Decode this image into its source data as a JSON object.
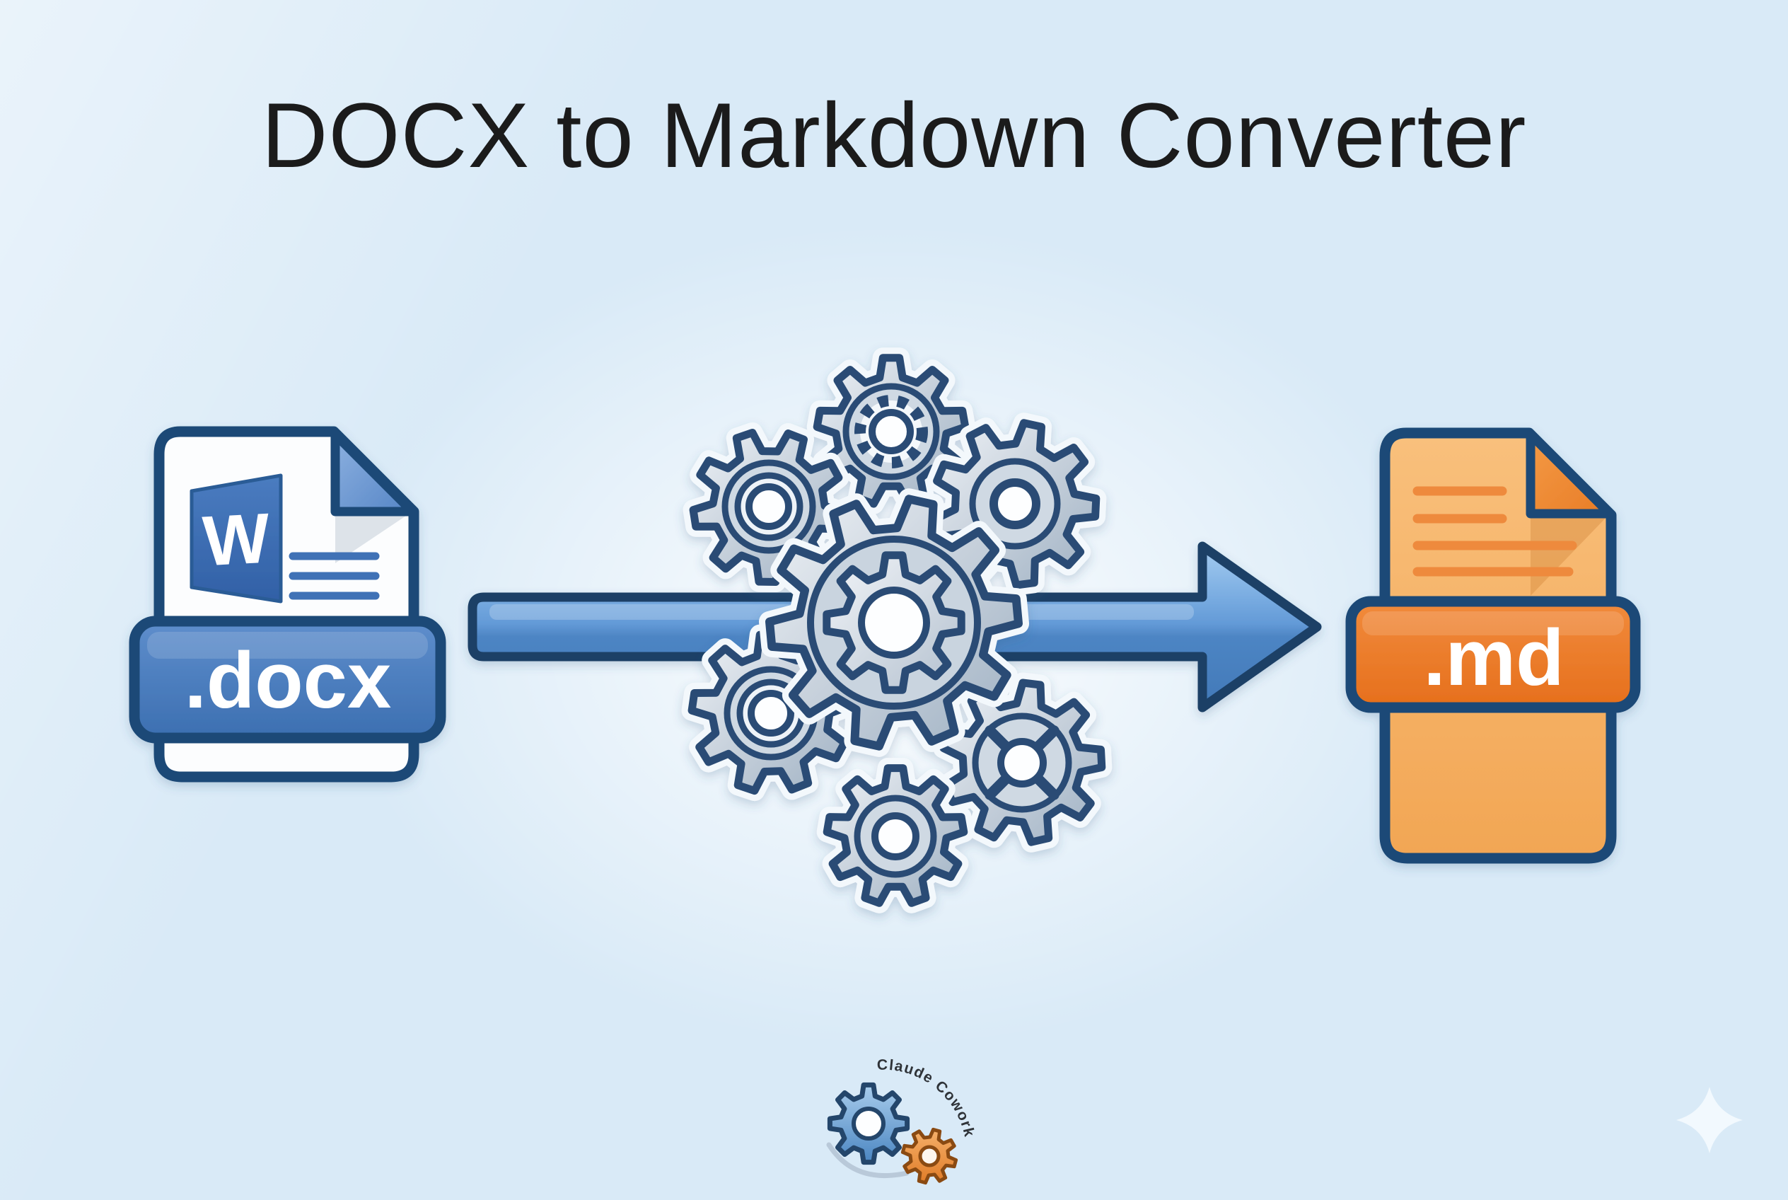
{
  "title": "DOCX to Markdown Converter",
  "source_file": {
    "format_label": ".docx",
    "app_letter": "W"
  },
  "target_file": {
    "format_label": ".md"
  },
  "branding": {
    "logo_text": "Claude Cowork"
  },
  "colors": {
    "background": "#d9eaf7",
    "title_text": "#1b1b1b",
    "outline_navy": "#1f4a77",
    "gear_outline": "#2a4c74",
    "gear_silver": "#c6d0db",
    "docx_banner_blue": "#4a7ec3",
    "word_logo_blue": "#3a6cb4",
    "arrow_blue": "#5e97d4",
    "md_paper_orange": "#f6b266",
    "md_banner_orange": "#ec7b2f",
    "logo_gear_blue": "#4b86c2",
    "logo_gear_orange": "#e0812c",
    "label_text": "#ffffff"
  }
}
